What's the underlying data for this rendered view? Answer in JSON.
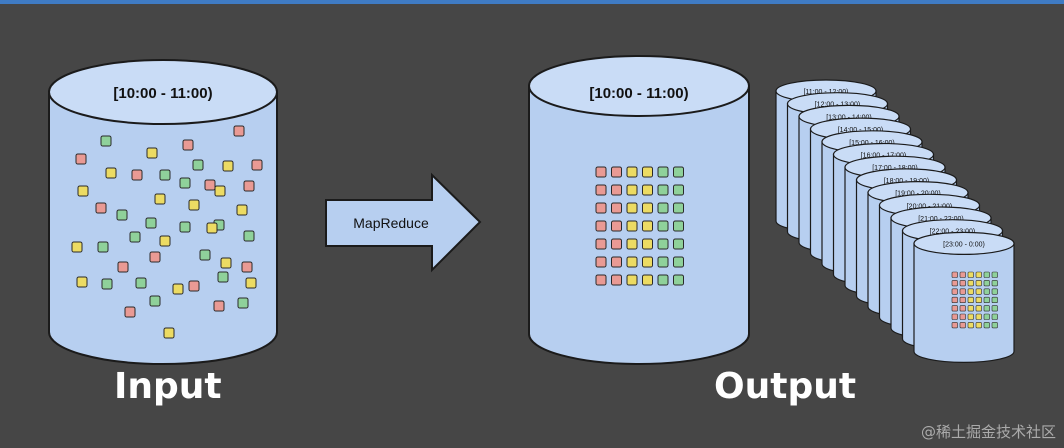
{
  "input": {
    "time_range": "[10:00 - 11:00)",
    "caption": "Input"
  },
  "arrow": {
    "label": "MapReduce"
  },
  "output": {
    "main_time_range": "[10:00 - 11:00)",
    "caption": "Output",
    "stack_time_ranges": [
      "[11:00 - 12:00)",
      "[12:00 - 13:00)",
      "[13:00 - 14:00)",
      "[14:00 - 15:00)",
      "[15:00 - 16:00)",
      "[16:00 - 17:00)",
      "[17:00 - 18:00)",
      "[18:00 - 19:00)",
      "[19:00 - 20:00)",
      "[20:00 - 21:00)",
      "[21:00 - 22:00)",
      "[22:00 - 23:00)",
      "[23:00 - 0:00)"
    ]
  },
  "colors": {
    "cylinder_body": "#b7cff0",
    "cylinder_top": "#c9dcf6",
    "outline": "#1b1b1b",
    "square_red": "#e99a94",
    "square_yellow": "#ecdb63",
    "square_green": "#8fd19a",
    "background": "#464646"
  },
  "watermark": "@稀土掘金技术社区"
}
